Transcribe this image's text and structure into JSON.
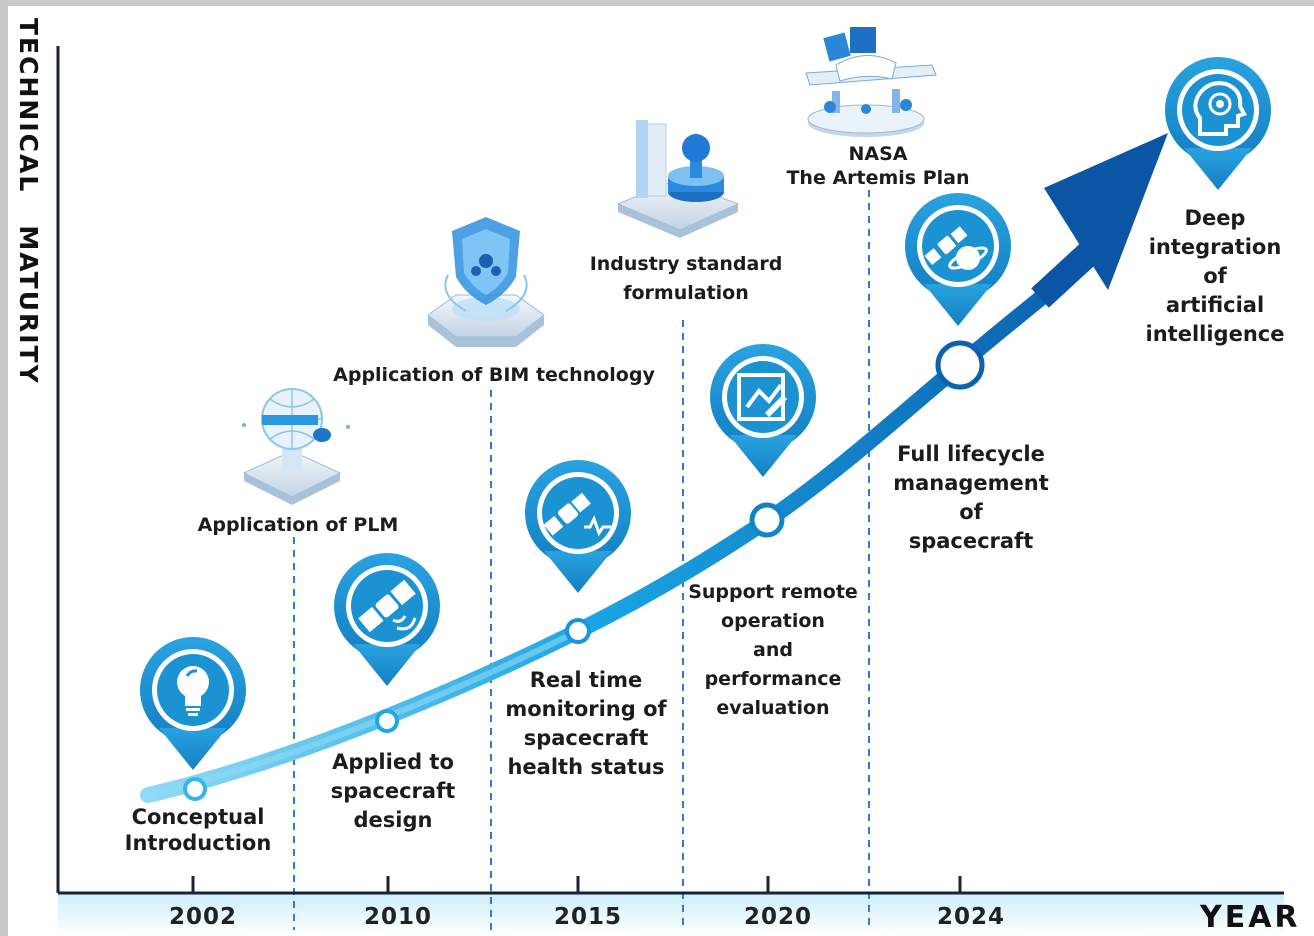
{
  "axes": {
    "y_label": "TECHNICAL   MATURITY",
    "x_label": "YEAR"
  },
  "years": [
    "2002",
    "2010",
    "2015",
    "2020",
    "2024"
  ],
  "milestones": [
    {
      "label": "Conceptual\nIntroduction",
      "icon": "lightbulb-icon"
    },
    {
      "label": "Applied to\nspacecraft\ndesign",
      "icon": "satellite-icon"
    },
    {
      "label": "Real time\nmonitoring of\nspacecraft\nhealth status",
      "icon": "satellite-heartbeat-icon"
    },
    {
      "label": "Support remote\noperation\nand\nperformance\nevaluation",
      "icon": "chart-edit-icon"
    },
    {
      "label": "Full lifecycle\nmanagement\nof\nspacecraft",
      "icon": "satellite-planet-icon"
    },
    {
      "label": "Deep integration\nof\nartificial\nintelligence",
      "icon": "ai-head-icon"
    }
  ],
  "top_events": [
    {
      "label": "Application of PLM",
      "icon": "globe-platform-icon"
    },
    {
      "label": "Application of BIM technology",
      "icon": "shield-platform-icon"
    },
    {
      "label": "Industry standard\nformulation",
      "icon": "stamp-icon"
    },
    {
      "label": "NASA\nThe Artemis Plan",
      "icon": "spacecraft-platform-icon"
    }
  ],
  "colors": {
    "primary": "#1c8fd0",
    "dark": "#0a5aa6",
    "light": "#32b3ea",
    "dash": "#2a7fd0"
  }
}
